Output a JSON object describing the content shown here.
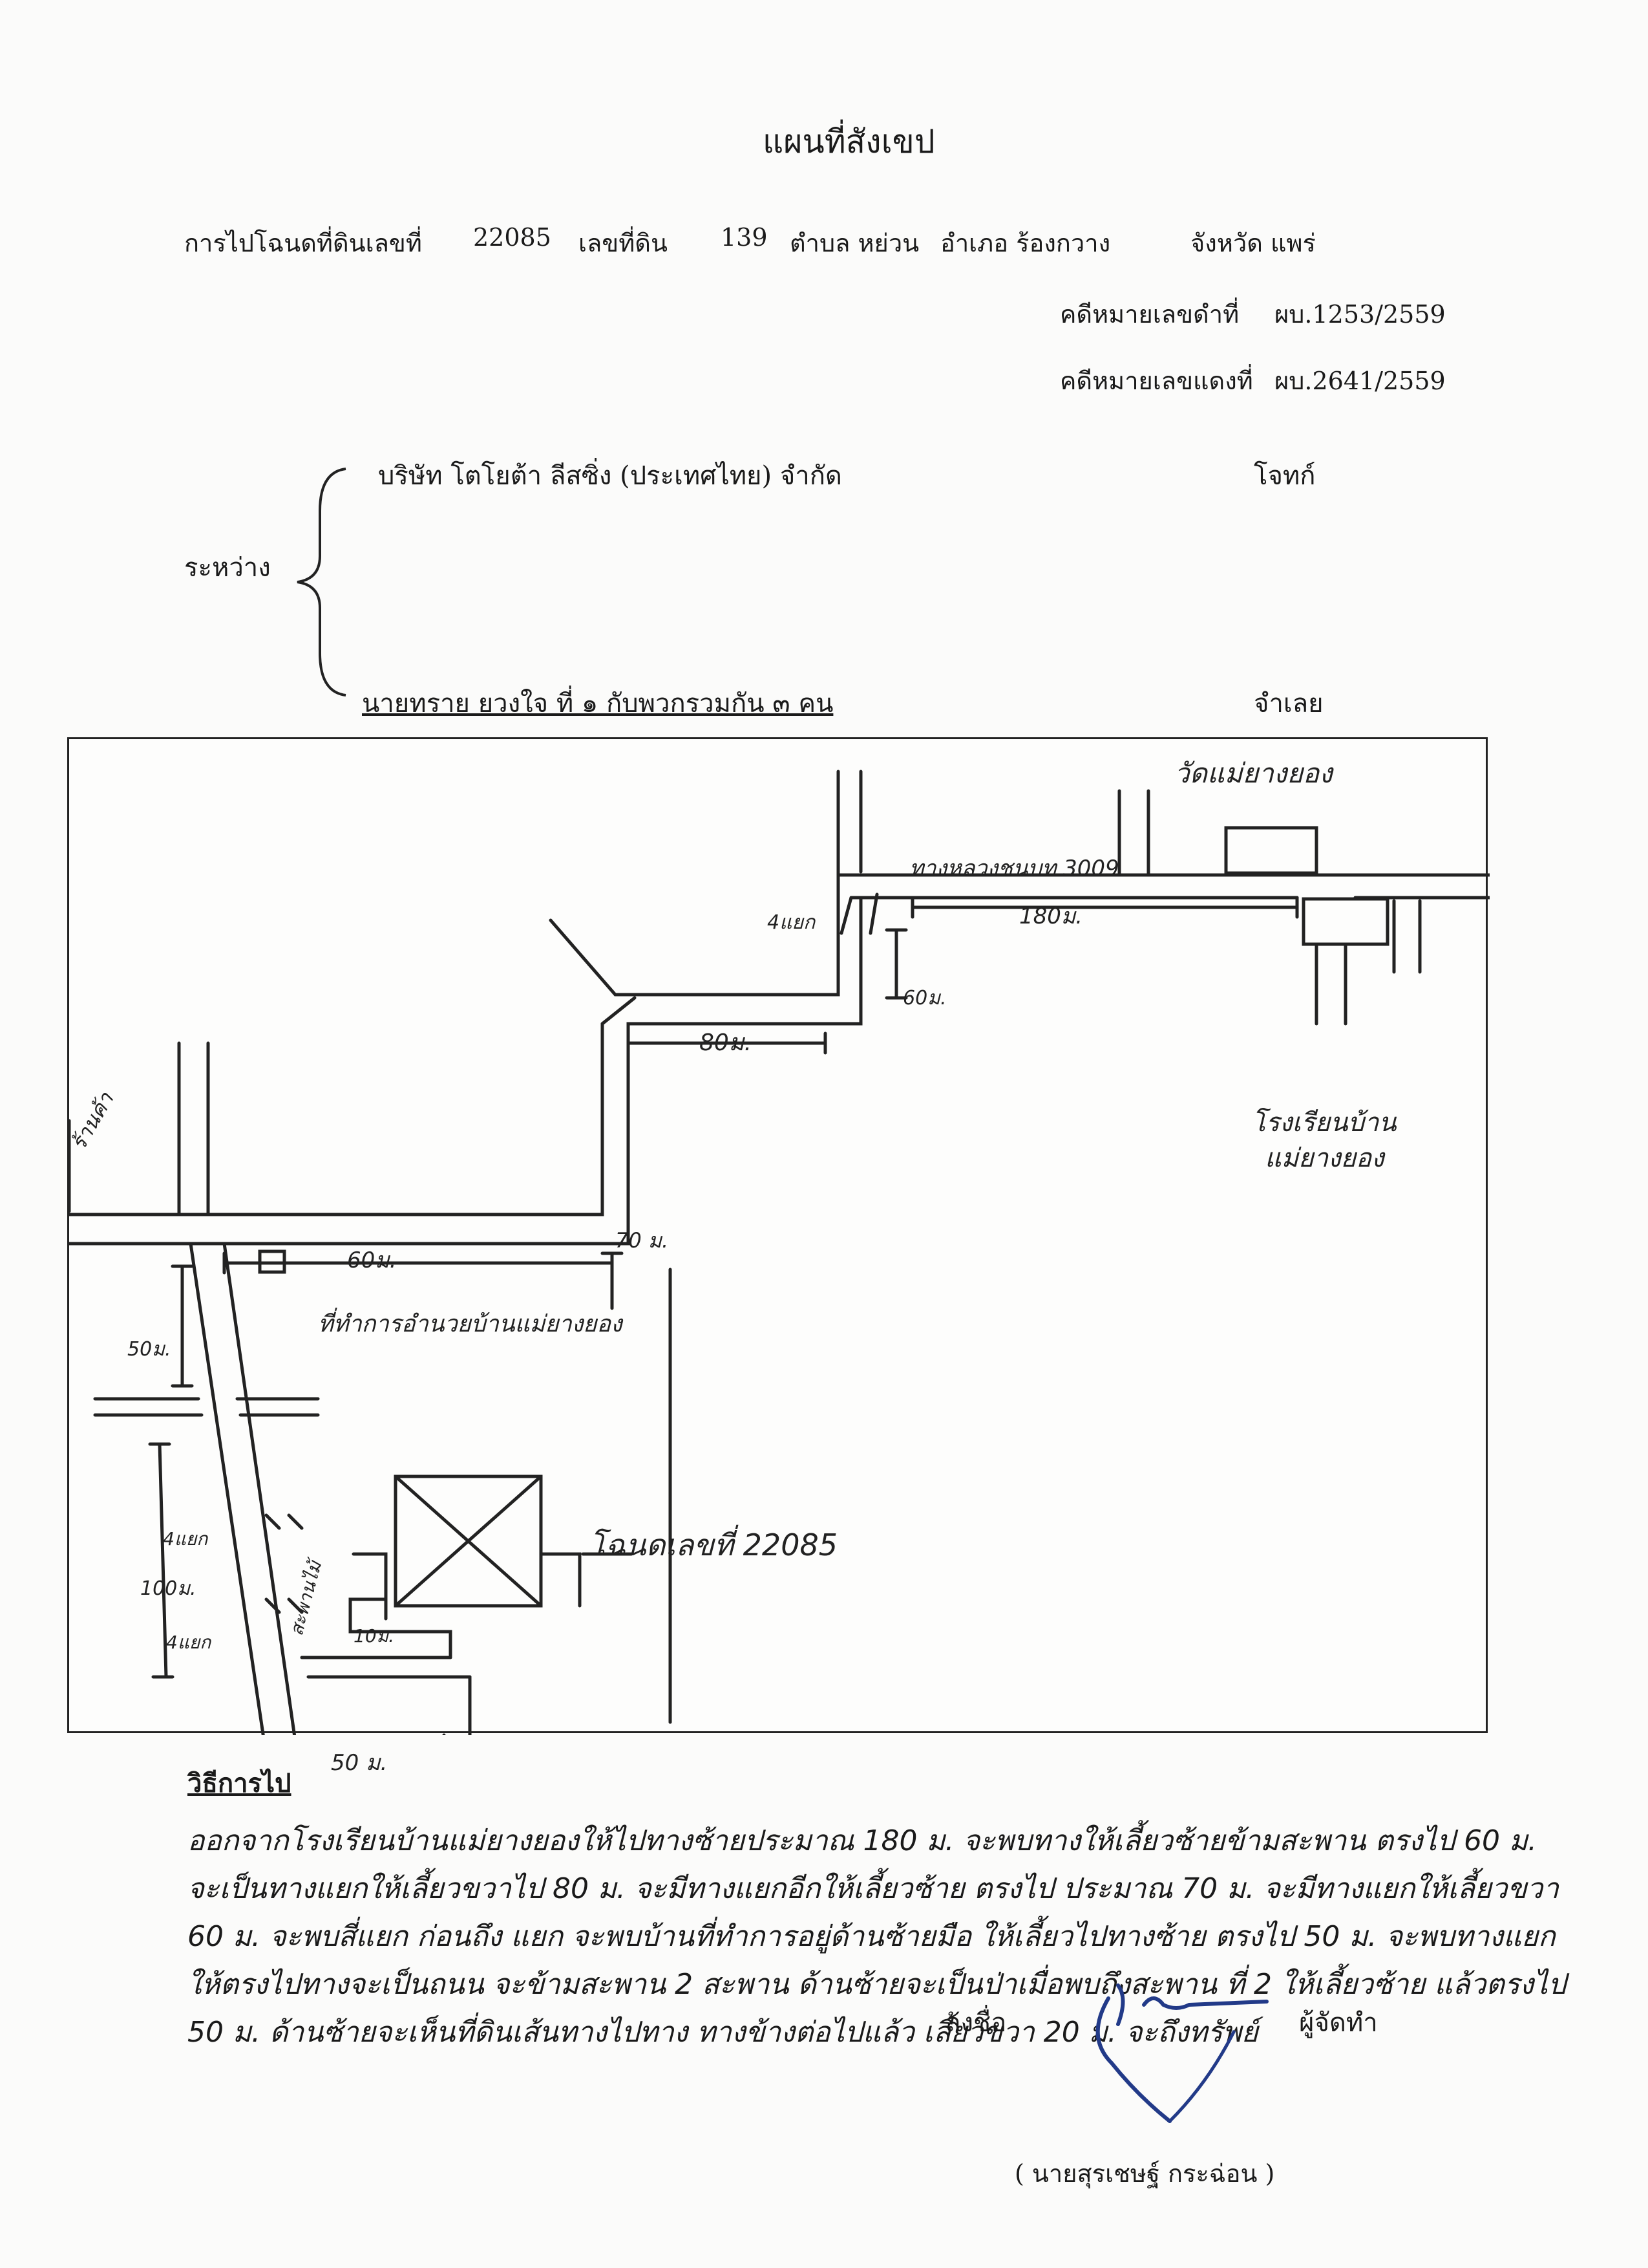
{
  "doc_title": "แผนที่สังเขป",
  "header": {
    "deed_label": "การไปโฉนดที่ดินเลขที่",
    "deed_no": "22085",
    "land_label": "เลขที่ดิน",
    "land_no": "139",
    "subdistrict": "ตำบล หย่วน",
    "district": "อำเภอ ร้องกวาง",
    "province": "จังหวัด แพร่"
  },
  "case": {
    "black_label": "คดีหมายเลขดำที่",
    "black_no": "ผบ.1253/2559",
    "red_label": "คดีหมายเลขแดงที่",
    "red_no": "ผบ.2641/2559"
  },
  "parties": {
    "between_label": "ระหว่าง",
    "plaintiff": "บริษัท  โตโยต้า  ลีสซิ่ง (ประเทศไทย) จำกัด",
    "plaintiff_role": "โจทก์",
    "defendant": "นายทราย ยวงใจ ที่ ๑ กับพวกรวมกัน ๓ คน",
    "defendant_role": "จำเลย"
  },
  "map_labels": {
    "temple": "วัดแม่ยางยอง",
    "highway": "ทางหลวงชนบท 3009",
    "d180": "180ม.",
    "d60a": "60ม.",
    "d80": "80ม.",
    "d70": "70 ม.",
    "d60b": "60ม.",
    "d50v": "50ม.",
    "d100": "100ม.",
    "d50h": "50 ม.",
    "d10": "10ม.",
    "junction_a": "4แยก",
    "junction_b": "4แยก",
    "junction_c": "4แยก",
    "school": "โรงเรียนบ้าน",
    "school2": "แม่ยางยอง",
    "shop": "ร้านค้า",
    "office": "ที่ทำการอำนวยบ้านแม่ยางยอง",
    "bridge": "สะพานไม้",
    "plot": "โฉนดเลขที่ 22085"
  },
  "directions": {
    "heading": "วิธีการไป",
    "text": "ออกจากโรงเรียนบ้านแม่ยางยองให้ไปทางซ้ายประมาณ 180 ม. จะพบทางให้เลี้ยวซ้ายข้ามสะพาน ตรงไป 60 ม. จะเป็นทางแยกให้เลี้ยวขวาไป 80 ม. จะมีทางแยกอีกให้เลี้ยวซ้าย ตรงไป ประมาณ 70 ม. จะมีทางแยกให้เลี้ยวขวา 60 ม. จะพบสี่แยก ก่อนถึง แยก จะพบบ้านที่ทำการอยู่ด้านซ้ายมือ ให้เลี้ยวไปทางซ้าย ตรงไป 50 ม. จะพบทางแยก ให้ตรงไปทางจะเป็นถนน จะข้ามสะพาน 2 สะพาน ด้านซ้ายจะเป็นป่าเมื่อพบถึงสะพาน ที่ 2 ให้เลี้ยวซ้าย แล้วตรงไป 50 ม. ด้านซ้ายจะเห็นที่ดินเส้นทางไปทาง ทางข้างต่อไปแล้ว เลี้ยวขวา 20 ม. จะถึงทรัพย์"
  },
  "signature": {
    "sign_label": "ลงชื่อ",
    "role": "ผู้จัดทำ",
    "name": "( นายสุรเชษฐ์   กระฉ่อน )"
  }
}
